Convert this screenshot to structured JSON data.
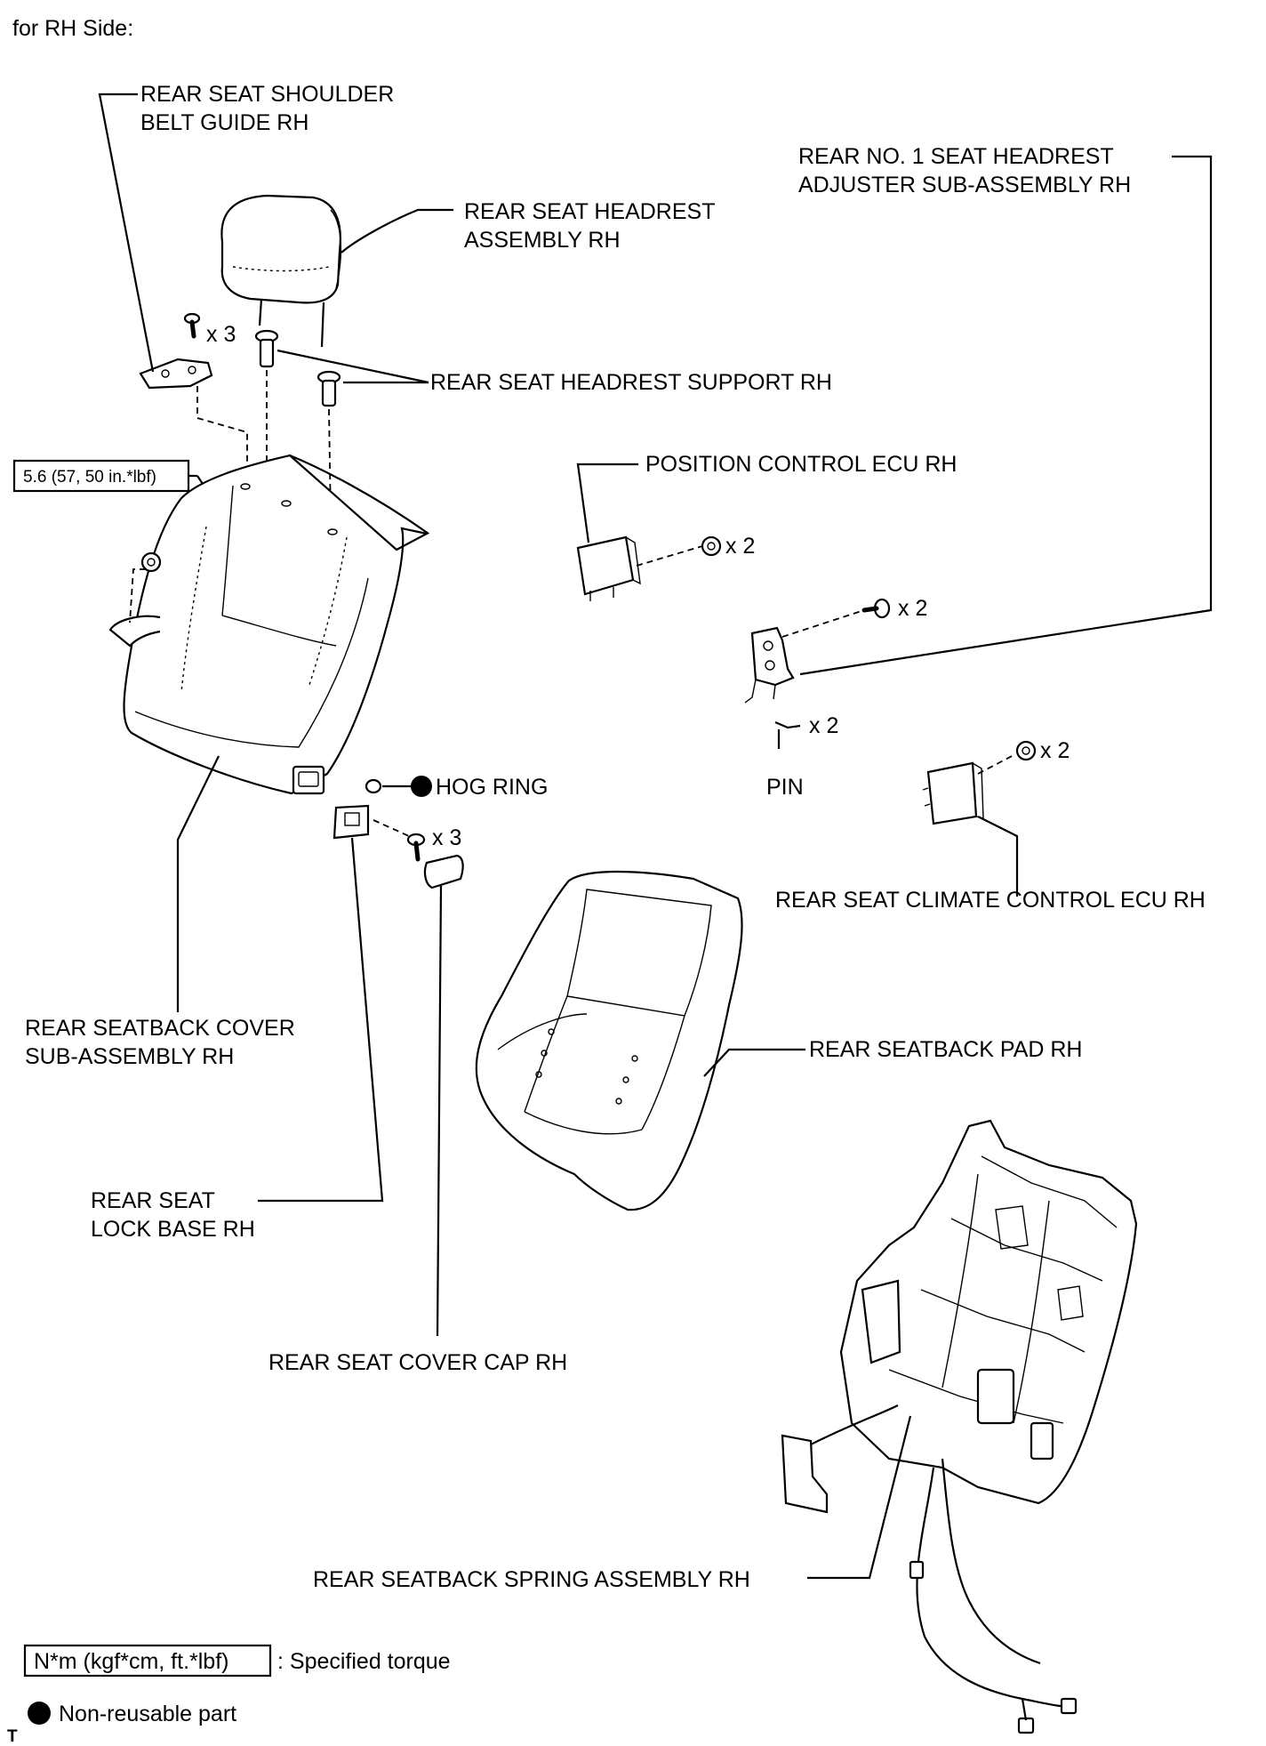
{
  "heading": "for RH Side:",
  "labels": {
    "shoulder_belt_guide": [
      "REAR SEAT SHOULDER",
      "BELT GUIDE RH"
    ],
    "headrest_assembly": [
      "REAR SEAT HEADREST",
      "ASSEMBLY RH"
    ],
    "headrest_adjuster": [
      "REAR NO. 1 SEAT HEADREST",
      "ADJUSTER SUB-ASSEMBLY RH"
    ],
    "headrest_support": "REAR SEAT HEADREST SUPPORT RH",
    "position_control_ecu": "POSITION CONTROL ECU RH",
    "hog_ring": "HOG RING",
    "pin": "PIN",
    "climate_control_ecu": "REAR SEAT CLIMATE CONTROL ECU RH",
    "seatback_cover": [
      "REAR SEATBACK COVER",
      "SUB-ASSEMBLY RH"
    ],
    "seatback_pad": "REAR SEATBACK PAD RH",
    "lock_base": [
      "REAR SEAT",
      "LOCK BASE RH"
    ],
    "cover_cap": "REAR SEAT COVER CAP RH",
    "spring_assembly": "REAR SEATBACK SPRING ASSEMBLY RH"
  },
  "quantities": {
    "belt_guide_screws": "x 3",
    "ecu_nuts": "x 2",
    "adjuster_bolts": "x 2",
    "pins": "x 2",
    "climate_ecu_nuts": "x 2",
    "lock_base_screws": "x 3"
  },
  "torque_spec": "5.6 (57, 50 in.*lbf)",
  "legend": {
    "torque_box": "N*m (kgf*cm, ft.*lbf)",
    "torque_desc": ": Specified torque",
    "non_reusable": "Non-reusable part"
  },
  "corner_mark": "T"
}
